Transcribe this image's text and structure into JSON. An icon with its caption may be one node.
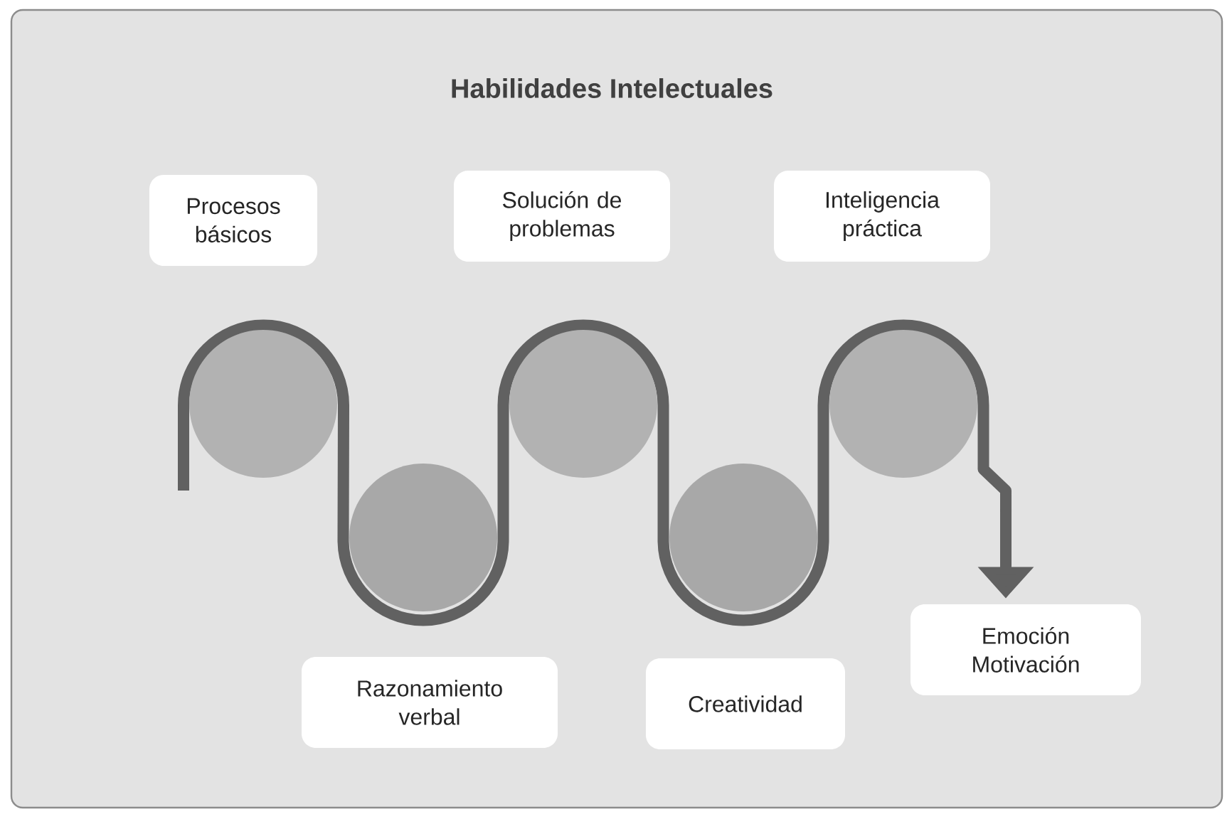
{
  "diagram": {
    "title": "Habilidades Intelectuales",
    "nodes": [
      {
        "text": [
          "Procesos básicos"
        ]
      },
      {
        "text": [
          "Solución de problemas"
        ]
      },
      {
        "text": [
          "Inteligencia práctica"
        ]
      },
      {
        "text": [
          "Razonamiento verbal"
        ]
      },
      {
        "text": [
          "Creatividad"
        ]
      },
      {
        "text": [
          "Emoción Motivación"
        ]
      }
    ],
    "edges": [
      {
        "from": null,
        "to": 5,
        "arrow": "to"
      }
    ]
  }
}
